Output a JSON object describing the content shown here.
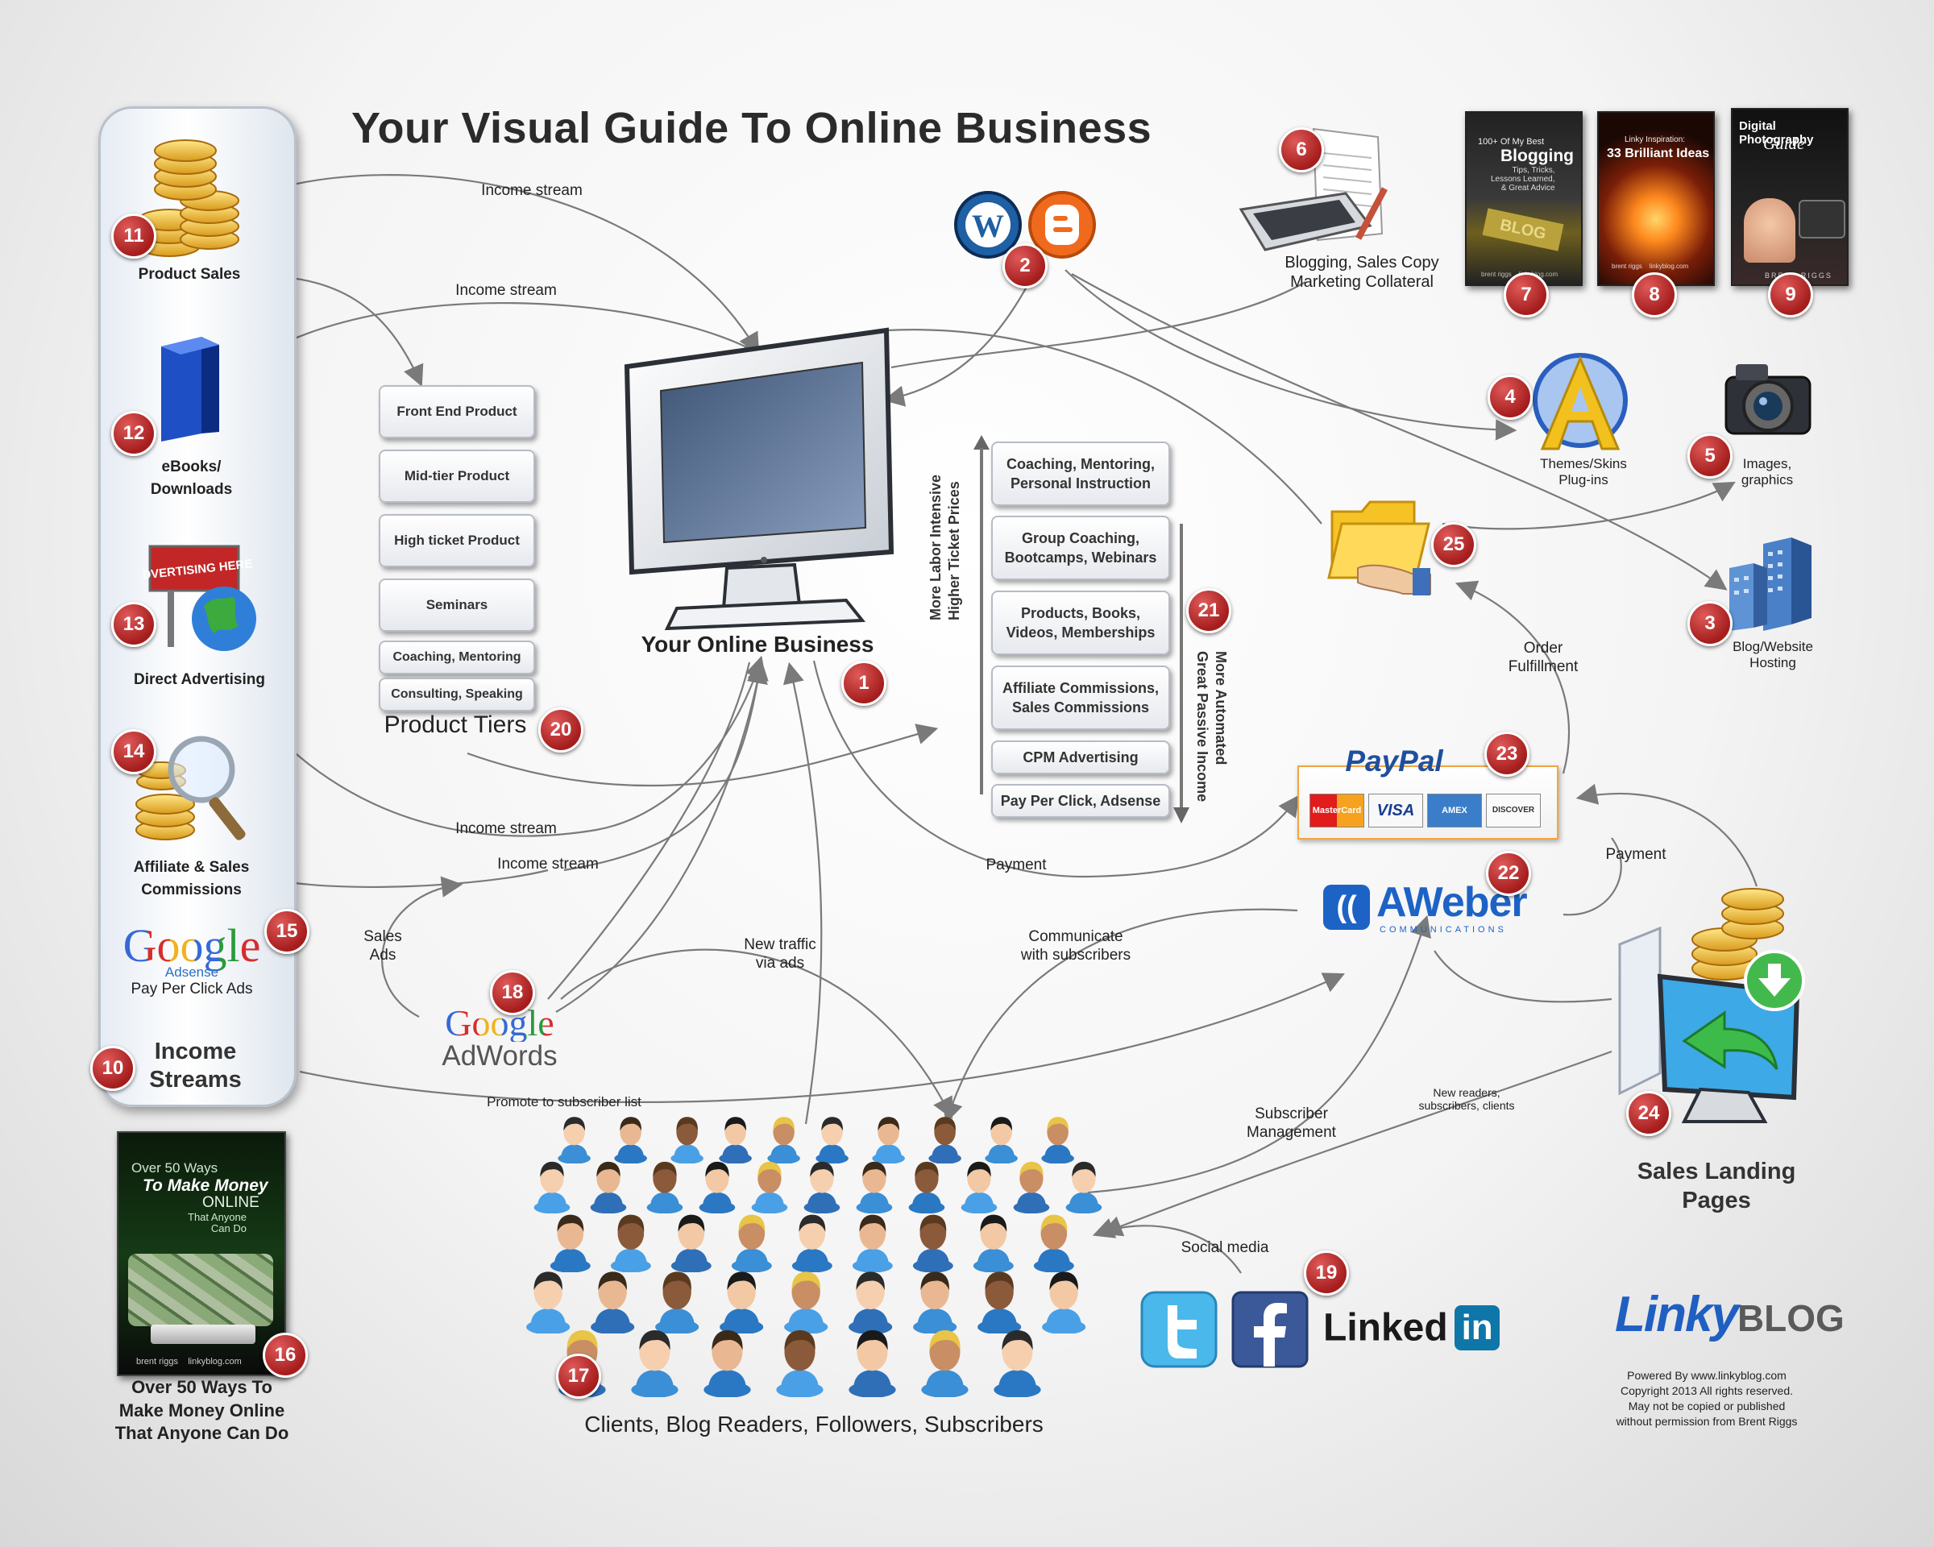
{
  "title": "Your Visual Guide To Online Business",
  "center": {
    "label": "Your Online Business",
    "badge": "1"
  },
  "sidebar": {
    "items": [
      {
        "badge": "11",
        "label": "Product Sales"
      },
      {
        "badge": "12",
        "label": "eBooks/\nDownloads"
      },
      {
        "badge": "13",
        "label": "Direct Advertising"
      },
      {
        "badge": "14",
        "label": "Affiliate & Sales\nCommissions"
      },
      {
        "badge": "15",
        "label": "Pay Per Click Ads",
        "logo": "Google",
        "logo_sub": "Adsense"
      }
    ],
    "footer": {
      "badge": "10",
      "label": "Income\nStreams"
    }
  },
  "product_tiers": {
    "items": [
      "Front End Product",
      "Mid-tier Product",
      "High ticket Product",
      "Seminars",
      "Coaching, Mentoring",
      "Consulting, Speaking"
    ],
    "label": "Product Tiers",
    "badge": "20"
  },
  "revenue_ladder": {
    "items": [
      "Coaching, Mentoring,\nPersonal Instruction",
      "Group Coaching,\nBootcamps, Webinars",
      "Products, Books,\nVideos, Memberships",
      "Affiliate Commissions,\nSales Commissions",
      "CPM Advertising",
      "Pay Per Click, Adsense"
    ],
    "left_axis": [
      "More Labor Intensive",
      "Higher Ticket Prices"
    ],
    "right_axis": [
      "More Automated",
      "Great Passive Income"
    ],
    "badge": "21"
  },
  "top_items": {
    "blog_platforms": {
      "badge": "2"
    },
    "copy": {
      "badge": "6",
      "label": "Blogging, Sales Copy\nMarketing Collateral"
    },
    "books": [
      {
        "badge": "7",
        "line1": "100+ Of My Best",
        "line2": "Blogging",
        "line3": "Tips, Tricks,\nLessons Learned,\n& Great Advice",
        "footer": "brent riggs    linkyblog.com",
        "stamp": "BLOG"
      },
      {
        "badge": "8",
        "line1": "Linky Inspiration:",
        "line2": "33 Brilliant Ideas",
        "footer": "brent riggs    linkyblog.com"
      },
      {
        "badge": "9",
        "line1": "Digital Photography",
        "line2": "Guide",
        "footer": "BRENT RIGGS"
      }
    ],
    "themes": {
      "badge": "4",
      "label": "Themes/Skins\nPlug-ins"
    },
    "images": {
      "badge": "5",
      "label": "Images,\ngraphics"
    },
    "hosting": {
      "badge": "3",
      "label": "Blog/Website\nHosting"
    },
    "folder": {
      "badge": "25"
    }
  },
  "payments": {
    "paypal": {
      "badge": "23",
      "logo": "PayPal",
      "cards": [
        "MasterCard",
        "VISA",
        "AMEX",
        "DISCOVER"
      ]
    },
    "aweber": {
      "badge": "22",
      "logo": "AWeber",
      "sub": "COMMUNICATIONS"
    },
    "landing": {
      "badge": "24",
      "label": "Sales Landing\nPages"
    }
  },
  "adwords": {
    "badge": "18",
    "logo1": "Google",
    "logo2": "AdWords"
  },
  "audience": {
    "badge": "17",
    "label": "Clients, Blog Readers, Followers, Subscribers"
  },
  "social": {
    "badge": "19",
    "label": "Social media",
    "linkedin": "Linked",
    "linkedin_in": "in"
  },
  "book16": {
    "badge": "16",
    "cover_line1": "Over 50 Ways",
    "cover_line2": "To Make Money",
    "cover_line3": "ONLINE",
    "cover_line4": "That Anyone\nCan Do",
    "cover_footer": "brent riggs    linkyblog.com",
    "label": "Over 50 Ways To\nMake Money Online\nThat Anyone Can Do"
  },
  "connectors": {
    "income1": "Income stream",
    "income2": "Income stream",
    "income3": "Income stream",
    "income4": "Income stream",
    "sales_ads": "Sales\nAds",
    "new_traffic": "New traffic\nvia ads",
    "promote": "Promote to subscriber list",
    "payment1": "Payment",
    "payment2": "Payment",
    "communicate": "Communicate\nwith subscribers",
    "order": "Order\nFulfillment",
    "subscriber_mgmt": "Subscriber\nManagement",
    "new_readers": "New readers,\nsubscribers, clients"
  },
  "branding": {
    "logo1": "Linky",
    "logo2": "BLOG",
    "footer": "Powered By www.linkyblog.com\nCopyright 2013 All rights reserved.\nMay not be copied or published\nwithout permission from Brent Riggs"
  },
  "colors": {
    "badge": "#b82626",
    "accent_blue": "#2a6fbf",
    "paypal_blue": "#1f4f9c"
  }
}
